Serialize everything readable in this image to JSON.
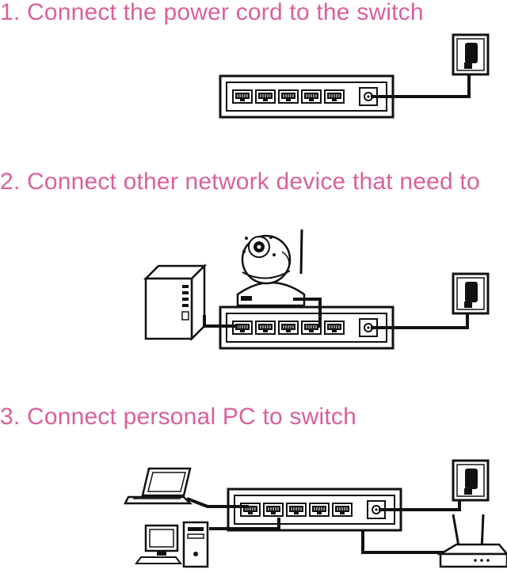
{
  "colors": {
    "title": "#d9609c",
    "line": "#111111",
    "paper": "#ffffff"
  },
  "steps": [
    {
      "label": "1. Connect the power cord to the switch"
    },
    {
      "label": "2. Connect other network device that need to"
    },
    {
      "label": "3. Connect personal PC to switch"
    }
  ],
  "icons": {
    "switch": "network-switch-icon",
    "outlet": "power-outlet-icon",
    "camera": "ip-camera-icon",
    "server": "server-tower-icon",
    "laptop": "laptop-icon",
    "desktop": "desktop-pc-icon",
    "router": "wireless-router-icon"
  }
}
